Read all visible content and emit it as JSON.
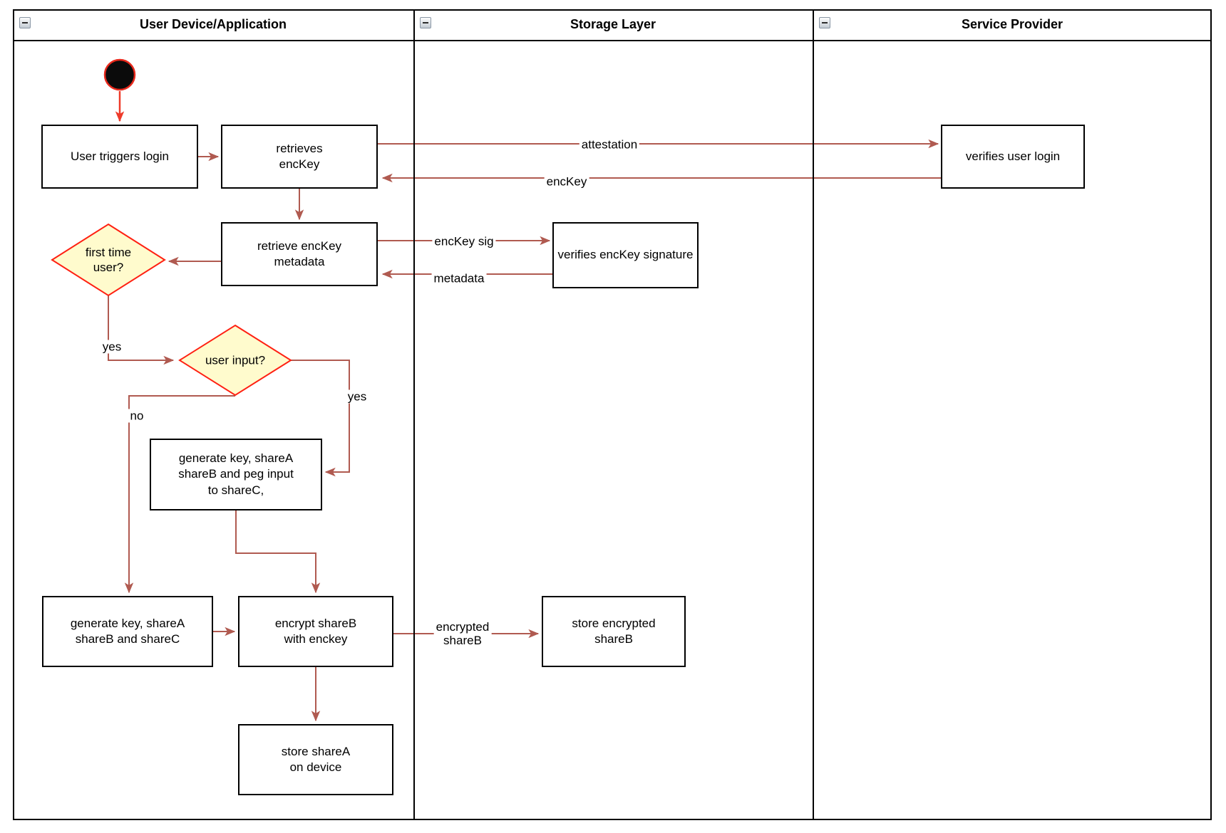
{
  "pool": {
    "lanes": [
      {
        "label": "User Device/Application"
      },
      {
        "label": "Storage Layer"
      },
      {
        "label": "Service Provider"
      }
    ]
  },
  "nodes": {
    "start": {
      "type": "initial-node"
    },
    "user_triggers_login": {
      "label": "User triggers login"
    },
    "retrieves_enckey": {
      "label": "retrieves\nencKey"
    },
    "verifies_user_login": {
      "label": "verifies user login"
    },
    "retrieve_enckey_metadata": {
      "label": "retrieve encKey\nmetadata"
    },
    "verifies_enckey_signature": {
      "label": "verifies encKey signature"
    },
    "first_time_user": {
      "label": "first time\nuser?"
    },
    "user_input": {
      "label": "user input?"
    },
    "generate_key_peg": {
      "label": "generate key, shareA\nshareB and peg input\nto shareC,"
    },
    "generate_key_abc": {
      "label": "generate key, shareA\nshareB and shareC"
    },
    "encrypt_shareb": {
      "label": "encrypt shareB\nwith enckey"
    },
    "store_encrypted_shareb": {
      "label": "store encrypted\nshareB"
    },
    "store_sharea": {
      "label": "store shareA\non device"
    }
  },
  "edge_labels": {
    "attestation": "attestation",
    "enckey": "encKey",
    "enckey_sig": "encKey sig",
    "metadata": "metadata",
    "yes_first_time": "yes",
    "no_user_input": "no",
    "yes_user_input": "yes",
    "encrypted_shareb": "encrypted\nshareB"
  },
  "colors": {
    "flow_arrow": "#b05a50",
    "start_arrow": "#ee3b2a",
    "decision_fill": "#fffbcd",
    "decision_border": "#ff2012",
    "node_border": "#000000",
    "node_fill": "#ffffff",
    "start_node_fill": "#0b0b0b",
    "start_node_border": "#e8291c"
  }
}
